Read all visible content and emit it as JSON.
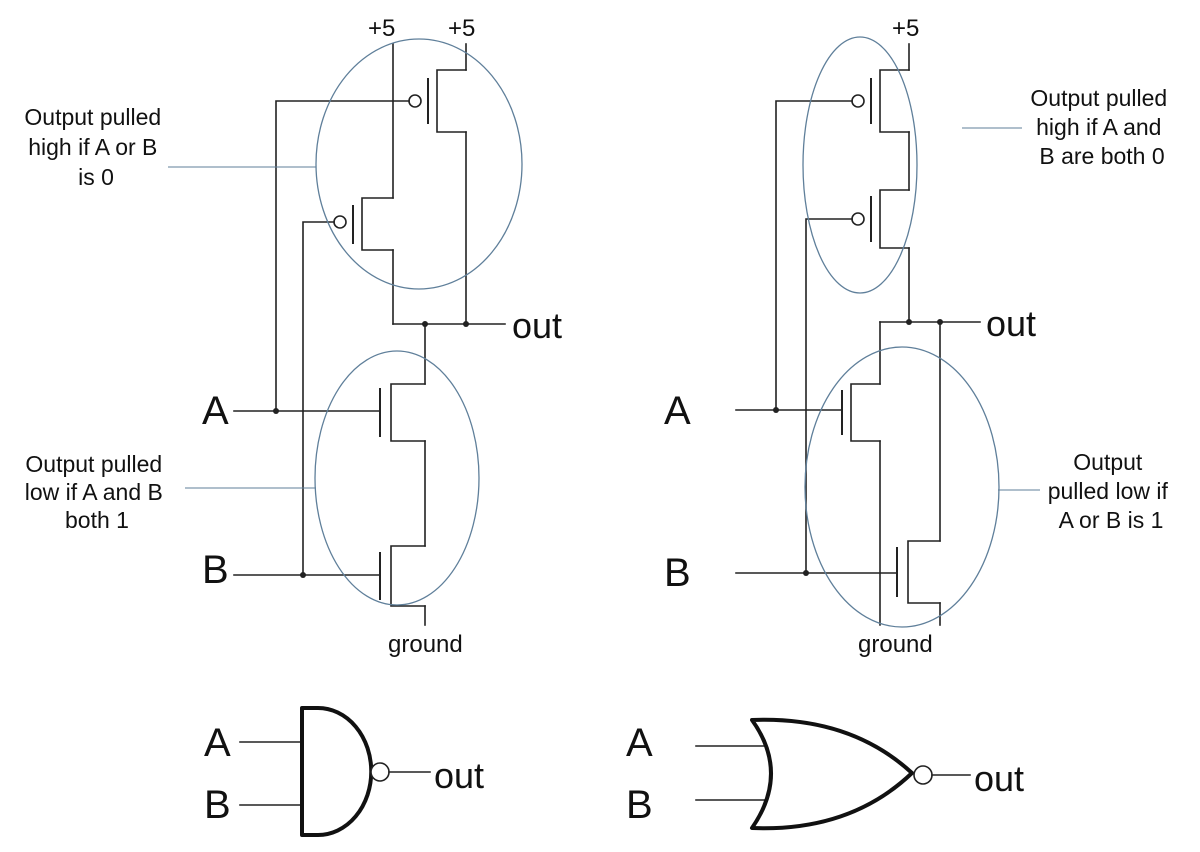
{
  "nand_circuit": {
    "supply_left": "+5",
    "supply_right": "+5",
    "out": "out",
    "input_a": "A",
    "input_b": "B",
    "ground": "ground",
    "note_pullup": [
      "Output pulled",
      "high if A or B",
      "is 0"
    ],
    "note_pulldown": [
      "Output pulled",
      "low if A and B",
      "both 1"
    ]
  },
  "nor_circuit": {
    "supply": "+5",
    "out": "out",
    "input_a": "A",
    "input_b": "B",
    "ground": "ground",
    "note_pullup": [
      "Output pulled",
      "high if A and",
      "B are both 0"
    ],
    "note_pulldown": [
      "Output",
      "pulled low if",
      "A or B is 1"
    ]
  },
  "nand_symbol": {
    "input_a": "A",
    "input_b": "B",
    "out": "out"
  },
  "nor_symbol": {
    "input_a": "A",
    "input_b": "B",
    "out": "out"
  },
  "colors": {
    "ink": "#222222",
    "oval": "#5f7f9a",
    "background": "#ffffff"
  }
}
